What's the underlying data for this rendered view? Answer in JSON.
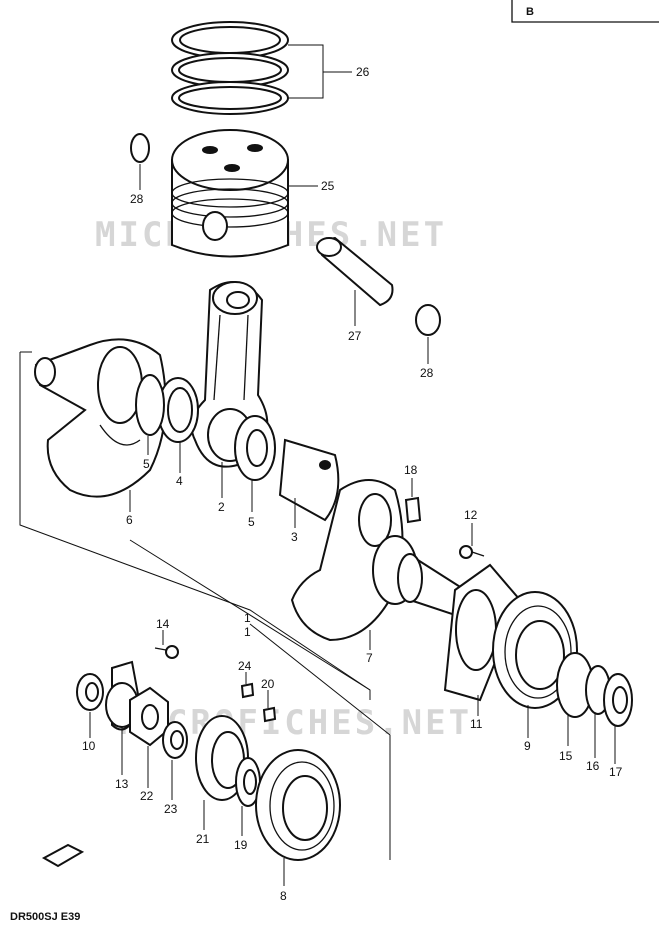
{
  "diagram": {
    "model_code": "DR500SJ E39",
    "watermark_top": "MICROFICHES.NET",
    "watermark_bottom": "MICROFICHES.NET",
    "corner_box_text": "B",
    "callouts": {
      "c26": "26",
      "c25": "25",
      "c28a": "28",
      "c27": "27",
      "c28b": "28",
      "c5a": "5",
      "c4": "4",
      "c6": "6",
      "c2": "2",
      "c5b": "5",
      "c3": "3",
      "c18": "18",
      "c12": "12",
      "c1a": "1",
      "c1b": "1",
      "c7": "7",
      "c14": "14",
      "c24": "24",
      "c20": "20",
      "c11": "11",
      "c9": "9",
      "c15": "15",
      "c16": "16",
      "c17": "17",
      "c10": "10",
      "c13": "13",
      "c22": "22",
      "c23": "23",
      "c21": "21",
      "c19": "19",
      "c8": "8"
    }
  }
}
